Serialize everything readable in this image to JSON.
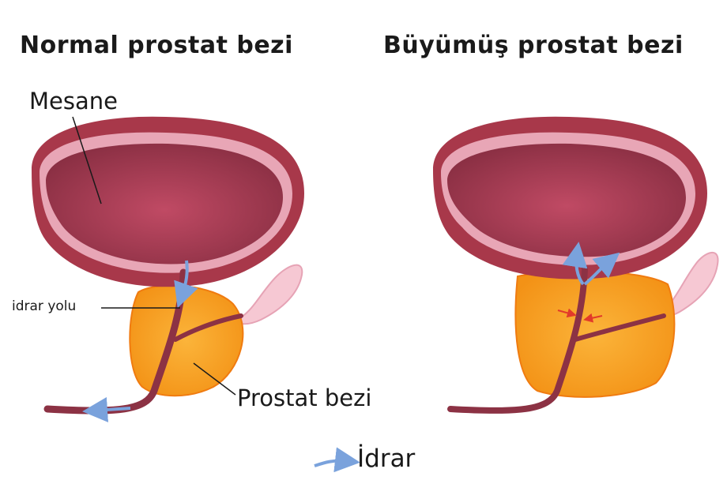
{
  "titles": {
    "normal": "Normal prostat bezi",
    "enlarged": "Büyümüş prostat bezi"
  },
  "labels": {
    "bladder": "Mesane",
    "urethra": "idrar yolu",
    "prostate": "Prostat bezi"
  },
  "legend": {
    "urine": "İdrar"
  },
  "colors": {
    "bladder_outer": "#a8384a",
    "bladder_inner": "#8c3244",
    "bladder_lining": "#e8a6b6",
    "prostate": "#f7a21b",
    "prostate_edge": "#f07b10",
    "urethra": "#8c3244",
    "vesicle": "#f6c8d3",
    "urine_arrow": "#7aa2dc",
    "compression_arrow": "#e23a2a"
  }
}
